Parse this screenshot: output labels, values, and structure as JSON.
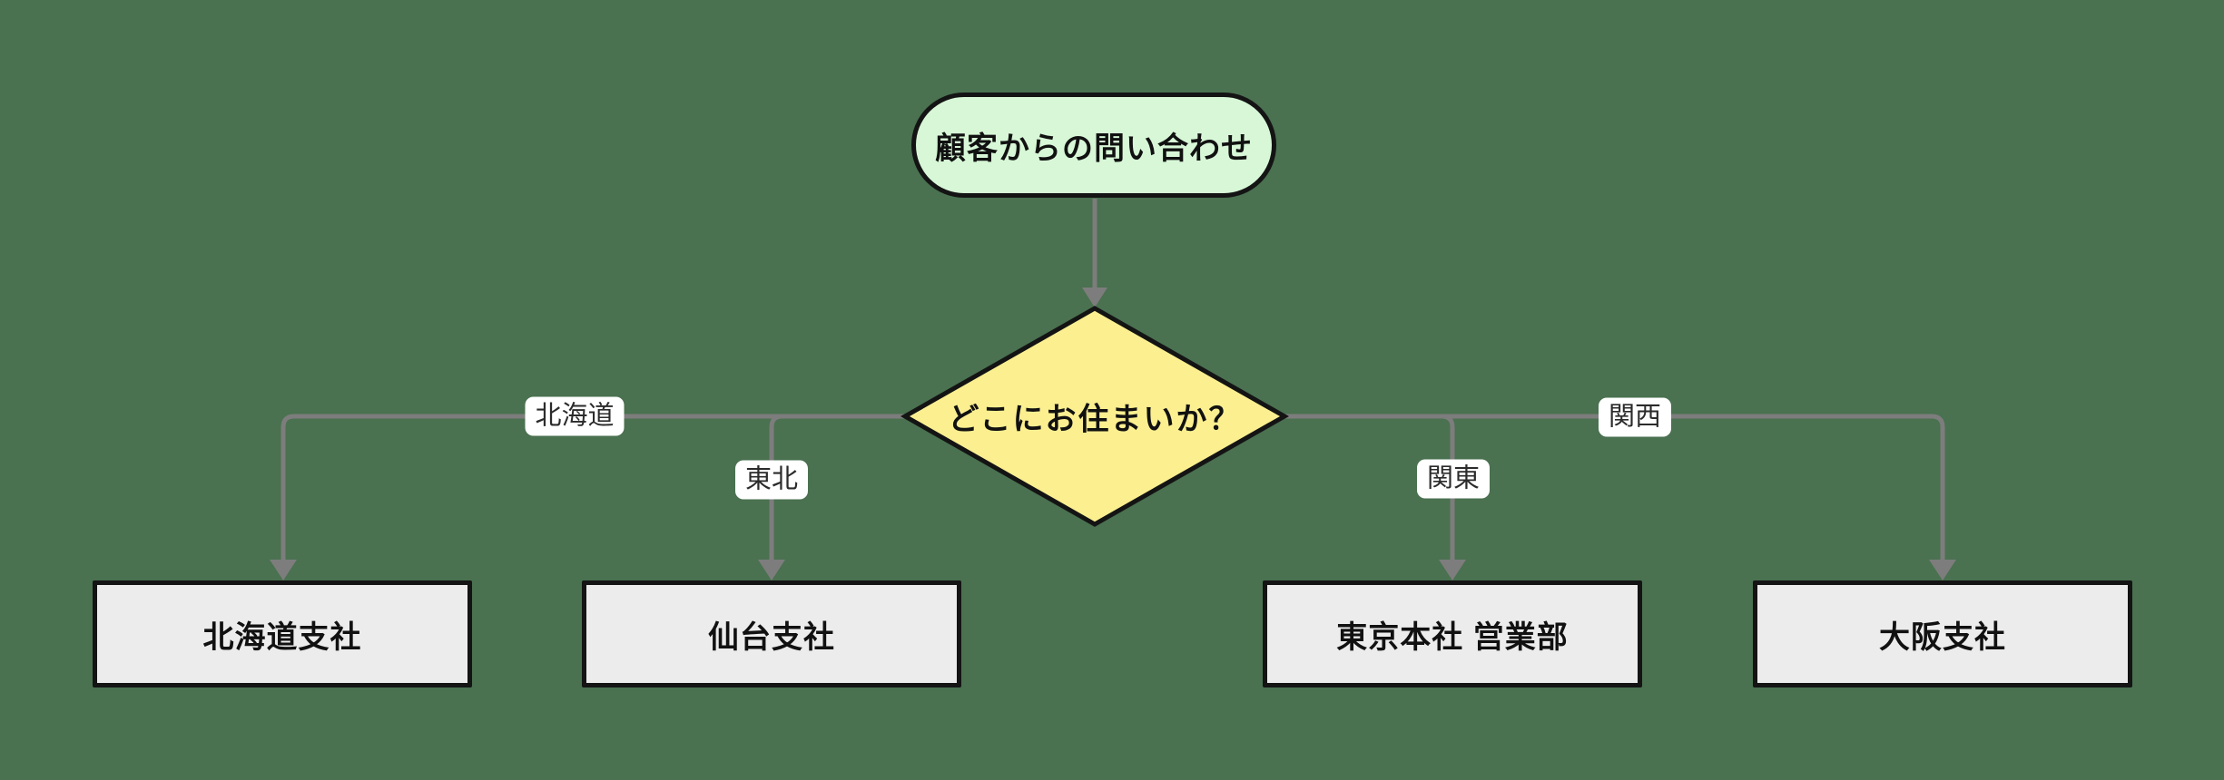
{
  "diagram": {
    "type": "flowchart",
    "direction": "top-down",
    "start": {
      "label": "顧客からの問い合わせ",
      "shape": "stadium"
    },
    "decision": {
      "label": "どこにお住まいか？",
      "shape": "diamond"
    },
    "branches": [
      {
        "edge_label": "北海道",
        "target": "北海道支社"
      },
      {
        "edge_label": "東北",
        "target": "仙台支社"
      },
      {
        "edge_label": "関東",
        "target": "東京本社 営業部"
      },
      {
        "edge_label": "関西",
        "target": "大阪支社"
      }
    ],
    "colors": {
      "background": "#4a7150",
      "start_fill": "#d7f7d7",
      "decision_fill": "#fbef90",
      "result_fill": "#ececec",
      "node_border": "#141414",
      "edge_line": "#7d7d7d",
      "edge_label_bg": "#ffffff",
      "text": "#111111"
    }
  }
}
